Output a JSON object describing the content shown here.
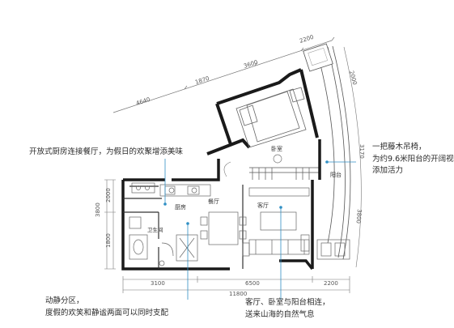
{
  "dimensions": {
    "top_diagonal": [
      "4640",
      "1870",
      "3600",
      "2200"
    ],
    "balcony_right": [
      "2000",
      "3170",
      "3800"
    ],
    "left_vertical": [
      "3800",
      "2000",
      "1800"
    ],
    "bottom_row": [
      "3100",
      "6500",
      "2200"
    ],
    "bottom_total": "11800"
  },
  "rooms": {
    "bedroom": "卧室",
    "balcony": "阳台",
    "kitchen": "厨房",
    "dining": "餐厅",
    "bathroom": "卫生间",
    "living": "客厅"
  },
  "annotations": {
    "kitchen_note": "开放式厨房连接餐厅，为假日的欢聚增添美味",
    "chair_line1": "一把藤木吊椅，",
    "chair_line2": "为约9.6米阳台的开阔视",
    "chair_line3": "添加活力",
    "zone_line1": "动静分区，",
    "zone_line2": "度假的欢笑和静谧两面可以同时支配",
    "living_line1": "客厅、卧室与阳台相连，",
    "living_line2": "送来山海的自然气息"
  },
  "colors": {
    "wall": "#1a1a1a",
    "line": "#888888",
    "leader": "#2f8fc4"
  }
}
